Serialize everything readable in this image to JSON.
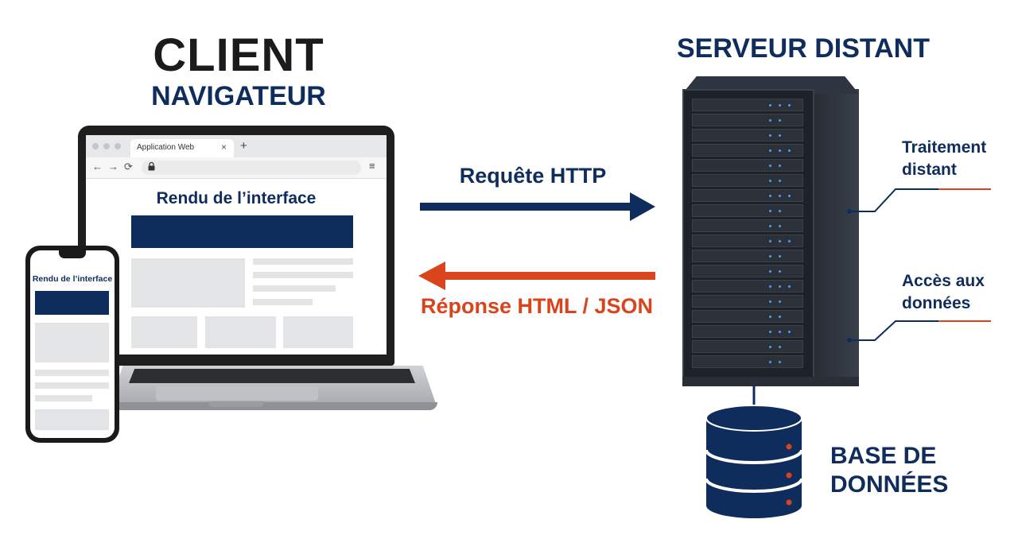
{
  "client": {
    "title": "CLIENT",
    "subtitle": "NAVIGATEUR"
  },
  "browser": {
    "tab_title": "Application Web",
    "tab_close": "×",
    "new_tab": "+",
    "back_icon": "←",
    "forward_icon": "→",
    "reload_icon": "⟳",
    "menu_icon": "≡"
  },
  "laptop_page": {
    "render_title": "Rendu de l’interface"
  },
  "phone_page": {
    "render_title": "Rendu de l’interface"
  },
  "request": {
    "label": "Requête HTTP"
  },
  "response": {
    "label": "Réponse HTML / JSON"
  },
  "server": {
    "title": "SERVEUR DISTANT",
    "processing_label_line1": "Traitement",
    "processing_label_line2": "distant",
    "data_access_label_line1": "Accès aux",
    "data_access_label_line2": "données"
  },
  "database": {
    "label_line1": "BASE DE",
    "label_line2": "DONNÉES"
  },
  "colors": {
    "navy": "#0f2d5c",
    "orange": "#d9441c",
    "dark": "#1b1b1b"
  }
}
